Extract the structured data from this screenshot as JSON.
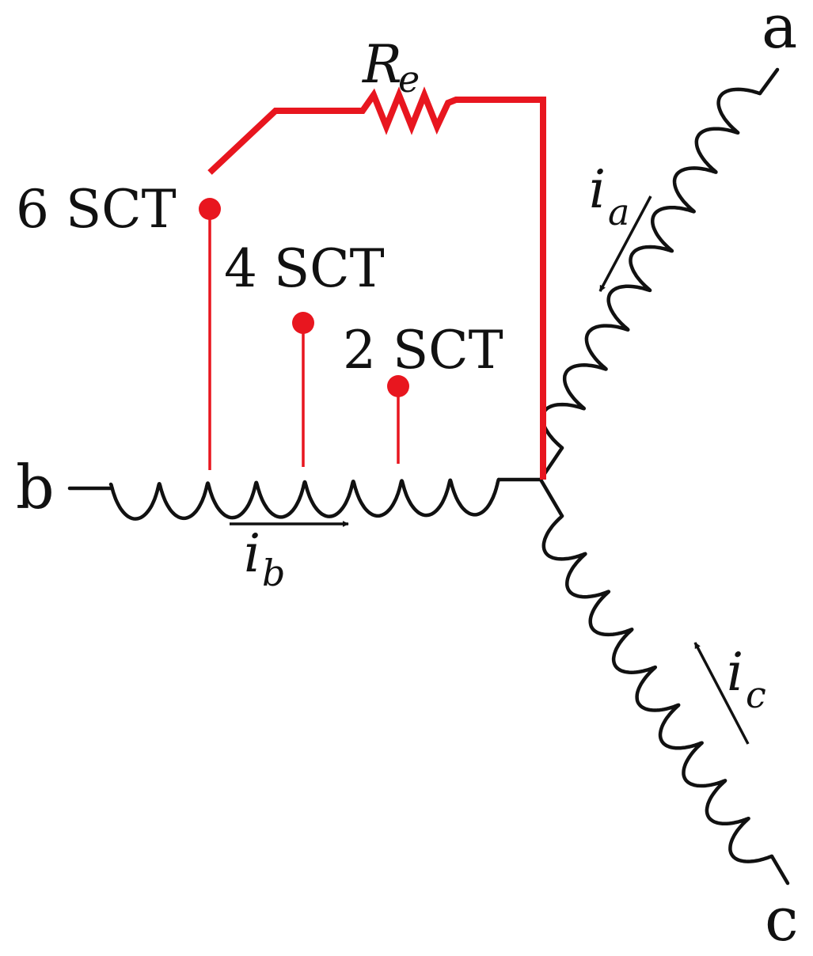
{
  "terminals": {
    "a": "a",
    "b": "b",
    "c": "c"
  },
  "resistor": {
    "symbol": "R",
    "subscript": "e"
  },
  "taps": [
    {
      "label": "6 SCT"
    },
    {
      "label": "4 SCT"
    },
    {
      "label": "2 SCT"
    }
  ],
  "currents": {
    "ia": {
      "symbol": "i",
      "subscript": "a"
    },
    "ib": {
      "symbol": "i",
      "subscript": "b"
    },
    "ic": {
      "symbol": "i",
      "subscript": "c"
    }
  },
  "colors": {
    "fault_path": "#e8161f",
    "winding": "#111111"
  }
}
